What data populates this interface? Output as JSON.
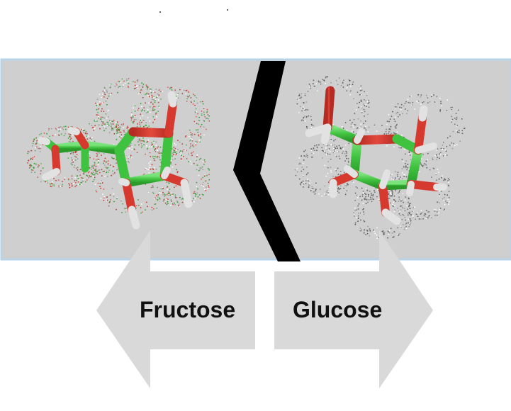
{
  "labels": {
    "fructose": "Fructose",
    "glucose": "Glucose"
  },
  "colors": {
    "background": "#ffffff",
    "molecule_panel": "#cfcfcf",
    "panel_edge": "#b9d3e6",
    "divider": "#000000",
    "arrow_fill": "#d9d9d9",
    "carbon_bond": "#44cc44",
    "oxygen_atom": "#d63a2f",
    "hydrogen_atom": "#e0e0e0"
  },
  "icons": {
    "left_arrow": "arrow-left-icon",
    "right_arrow": "arrow-right-icon",
    "fructose_molecule": "fructose-molecule-model",
    "glucose_molecule": "glucose-molecule-model"
  }
}
